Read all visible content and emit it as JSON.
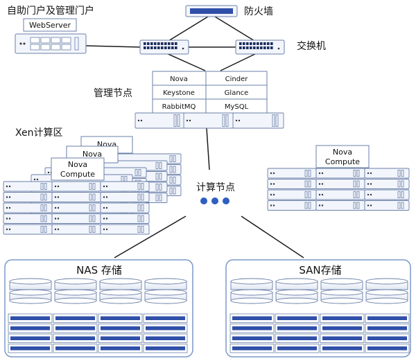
{
  "labels": {
    "portal": "自助门户及管理门户",
    "webserver": "WebServer",
    "firewall": "防火墙",
    "switch": "交换机",
    "mgmt_node": "管理节点",
    "xen_zone": "Xen计算区",
    "compute_nodes": "计算节点",
    "nas": "NAS 存储",
    "san": "SAN存储"
  },
  "mgmt_services": [
    [
      "Nova",
      "Cinder"
    ],
    [
      "Keystone",
      "Glance"
    ],
    [
      "RabbitMQ",
      "MySQL"
    ]
  ],
  "nova": "Nova",
  "nova_compute": [
    "Nova",
    "Compute"
  ],
  "colors": {
    "line": "#1a1a1a",
    "server_fill": "#f2f5fb",
    "server_stroke": "#6a7fa8",
    "accent_blue": "#2f4fa8",
    "dots": "#2e5fbf",
    "storage_box": "#7a98c8"
  }
}
